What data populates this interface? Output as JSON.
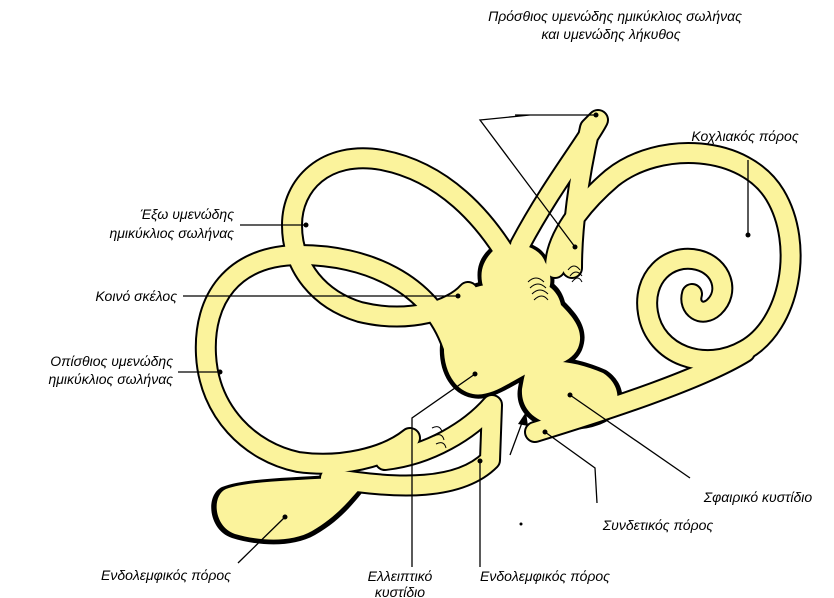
{
  "colors": {
    "membrane_fill": "#FBF39C",
    "outline": "#000000",
    "background": "#FFFFFF"
  },
  "labels": {
    "anterior_canal": [
      "Πρόσθιος υμενώδης ημικύκλιος σωλήνας",
      "και υμενώδης λήκυθος"
    ],
    "cochlear_duct": "Κοχλιακός πόρος",
    "lateral_canal": [
      "Έξω υμενώδης",
      "ημικύκλιος σωλήνας"
    ],
    "common_crus": "Κοινό σκέλος",
    "posterior_canal": [
      "Οπίσθιος υμενώδης",
      "ημικύκλιος σωλήνας"
    ],
    "saccule": "Σφαιρικό κυστίδιο",
    "ductus_reuniens": "Συνδετικός πόρος",
    "endolymphatic_sac": "Ενδολεμφικός πόρος",
    "utricle": [
      "Ελλειπτικό",
      "κυστίδιο"
    ],
    "endolymphatic_duct": "Ενδολεμφικός πόρος"
  }
}
